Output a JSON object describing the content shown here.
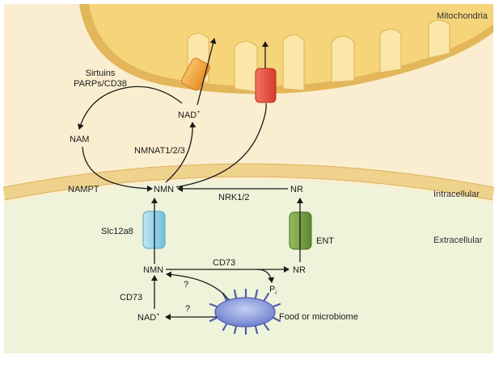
{
  "regions": {
    "mitochondria": "Mitochondria",
    "intracellular": "Intracellular",
    "extracellular": "Extracellular"
  },
  "nodes": {
    "nad_mito": "NAD",
    "nad_mito_sup": "+",
    "nam": "NAM",
    "nmn_in": "NMN",
    "nr_in": "NR",
    "nmn_out": "NMN",
    "nr_out": "NR",
    "nad_out": "NAD",
    "nad_out_sup": "+",
    "pi": "P",
    "pi_sub": "i"
  },
  "enzymes": {
    "sirtuins": "Sirtuins",
    "parps": "PARPs/CD38",
    "nmnat": "NMNAT1/2/3",
    "nampt": "NAMPT",
    "nrk": "NRK1/2",
    "cd73_h": "CD73",
    "cd73_v": "CD73",
    "q1": "?",
    "q2": "?"
  },
  "transporters": {
    "slc12a8": "Slc12a8",
    "ent": "ENT"
  },
  "sources": {
    "microbe": "Food or microbiome"
  },
  "colors": {
    "mito_fill": "#f5d47a",
    "cyto_fill": "#fbeed0",
    "extra_fill": "#eef3da",
    "membrane": "#e9c878",
    "orange": "#f4a53a",
    "red": "#e64a36",
    "blue": "#8ccfe6",
    "green": "#6f9a3e",
    "microbe": "#7e8fd6"
  }
}
